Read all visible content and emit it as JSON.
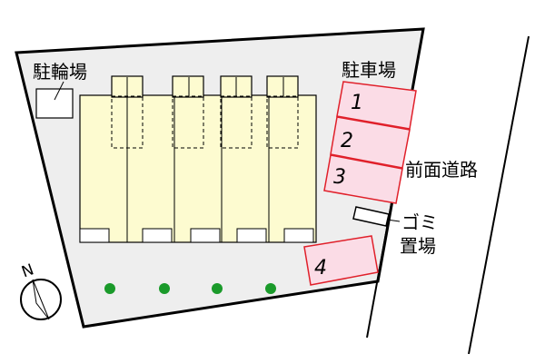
{
  "labels": {
    "bicycle_parking": "駐輪場",
    "car_parking": "駐車場",
    "front_road": "前面道路",
    "garbage_line1": "ゴミ",
    "garbage_line2": "置場",
    "compass_n": "N"
  },
  "parking_spaces": [
    "1",
    "2",
    "3",
    "4"
  ],
  "trees_count": 4,
  "colors": {
    "site_fill": "#eeeeee",
    "building_fill": "#fdfbd0",
    "parking_fill": "#fbdce6",
    "parking_stroke": "#e0202a",
    "tree": "#1a9a2a",
    "outline": "#000000"
  }
}
